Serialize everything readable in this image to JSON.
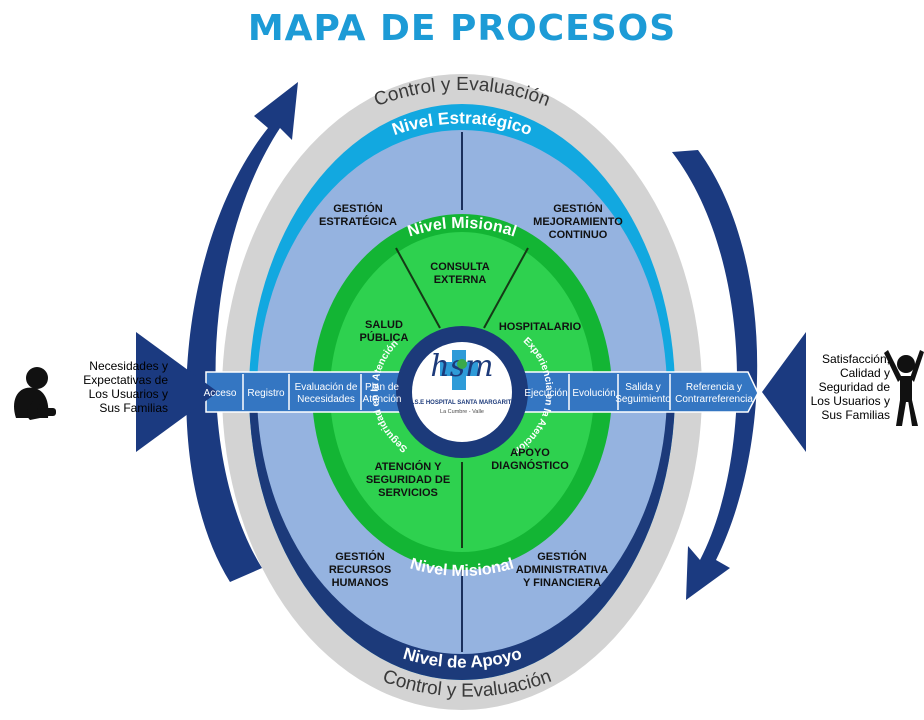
{
  "title": "MAPA DE PROCESOS",
  "ring_labels": {
    "control_top": "Control y Evaluación",
    "control_bottom": "Control y Evaluación",
    "strategic": "Nivel Estratégico",
    "misional_top": "Nivel Misional",
    "misional_bottom": "Nivel Misional",
    "apoyo": "Nivel de Apoyo",
    "seguridad": "Seguridad en la Atención",
    "experiencia": "Experiencia en la Atención"
  },
  "processes": {
    "gestion_estrategica": [
      "GESTIÓN",
      "ESTRATÉGICA"
    ],
    "gestion_mejoramiento": [
      "GESTIÓN",
      "MEJORAMIENTO",
      "CONTINUO"
    ],
    "consulta_externa": [
      "CONSULTA",
      "EXTERNA"
    ],
    "salud_publica": [
      "SALUD",
      "PÚBLICA"
    ],
    "hospitalario": [
      "HOSPITALARIO"
    ],
    "apoyo_diagnostico": [
      "APOYO",
      "DIAGNÓSTICO"
    ],
    "atencion_seguridad": [
      "ATENCIÓN Y",
      "SEGURIDAD DE",
      "SERVICIOS"
    ],
    "gestion_rrhh": [
      "GESTIÓN",
      "RECURSOS",
      "HUMANOS"
    ],
    "gestion_admin": [
      "GESTIÓN",
      "ADMINISTRATIVA",
      "Y FINANCIERA"
    ]
  },
  "flow_left": [
    [
      "Acceso"
    ],
    [
      "Registro"
    ],
    [
      "Evaluación de",
      "Necesidades"
    ],
    [
      "Plan de",
      "Atención"
    ]
  ],
  "flow_right": [
    [
      "Ejecución"
    ],
    [
      "Evolución"
    ],
    [
      "Salida y",
      "Seguimiento"
    ],
    [
      "Referencia y",
      "Contrarreferencia"
    ]
  ],
  "logo": {
    "letters": "hsm",
    "name": "E.S.E HOSPITAL SANTA MARGARITA",
    "location": "La Cumbre - Valle"
  },
  "left_side": [
    "Necesidades y",
    "Expectativas de",
    "Los Usuarios y",
    "Sus Familias"
  ],
  "right_side": [
    "Satisfacción,",
    "Calidad y",
    "Seguridad de",
    "Los Usuarios y",
    "Sus Familias"
  ],
  "colors": {
    "title": "#1d9bd6",
    "gray_ring": "#d3d3d3",
    "strategic_ring": "#12a8e0",
    "apoyo_ring": "#1c3a7a",
    "light_blue": "#95b3e0",
    "green_ring": "#13b534",
    "green_inner": "#2ed14f",
    "arrow_dark": "#1b3a80",
    "flow_band": "#3476c2"
  }
}
